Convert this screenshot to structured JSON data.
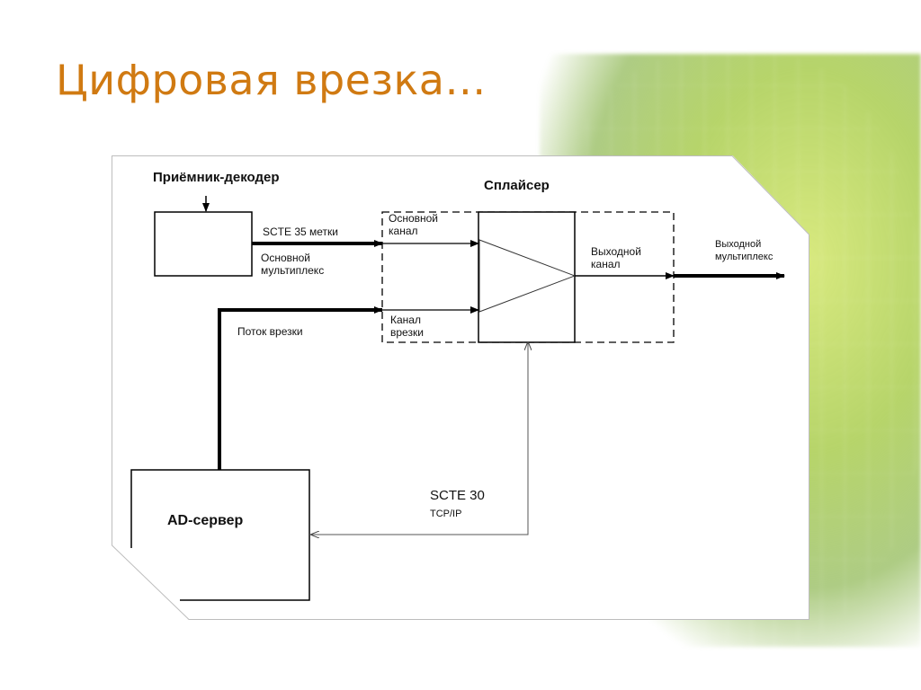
{
  "slide": {
    "title": "Цифровая врезка…"
  },
  "diagram": {
    "receiver_title": "Приёмник-декодер",
    "splicer_title": "Сплайсер",
    "scte35_label": "SCTE 35 метки",
    "main_mux_label": "Основной\nмультиплекс",
    "main_channel_label": "Основной\nканал",
    "splice_channel_label": "Канал\nврезки",
    "splice_stream_label": "Поток врезки",
    "output_channel_label": "Выходной\nканал",
    "output_mux_label": "Выходной\nмультиплекс",
    "scte30_label": "SCTE 30",
    "tcpip_label": "TCP/IP",
    "ad_server_label": "AD-сервер"
  }
}
